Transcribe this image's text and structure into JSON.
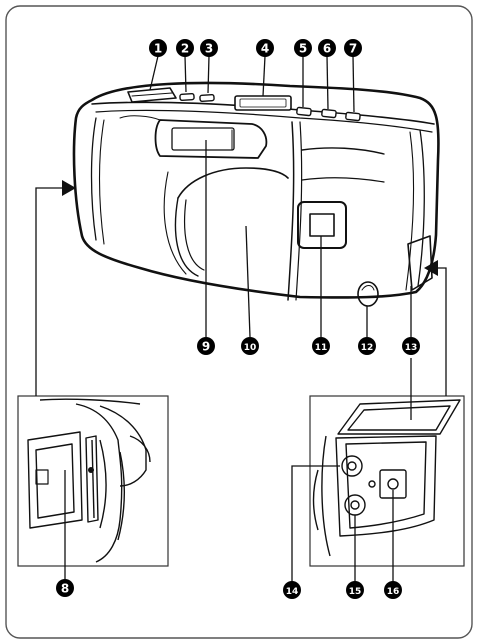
{
  "diagram": {
    "callouts": [
      {
        "id": "c1",
        "text": "1"
      },
      {
        "id": "c2",
        "text": "2"
      },
      {
        "id": "c3",
        "text": "3"
      },
      {
        "id": "c4",
        "text": "4"
      },
      {
        "id": "c5",
        "text": "5"
      },
      {
        "id": "c6",
        "text": "6"
      },
      {
        "id": "c7",
        "text": "7"
      },
      {
        "id": "c8",
        "text": "8"
      },
      {
        "id": "c9",
        "text": "9"
      },
      {
        "id": "c10",
        "text": "10"
      },
      {
        "id": "c11",
        "text": "11"
      },
      {
        "id": "c12",
        "text": "12"
      },
      {
        "id": "c13",
        "text": "13"
      },
      {
        "id": "c14",
        "text": "14"
      },
      {
        "id": "c15",
        "text": "15"
      },
      {
        "id": "c16",
        "text": "16"
      }
    ],
    "colors": {
      "line": "#111111",
      "badge": "#000000",
      "badge_text": "#ffffff",
      "frame": "#666666"
    }
  }
}
